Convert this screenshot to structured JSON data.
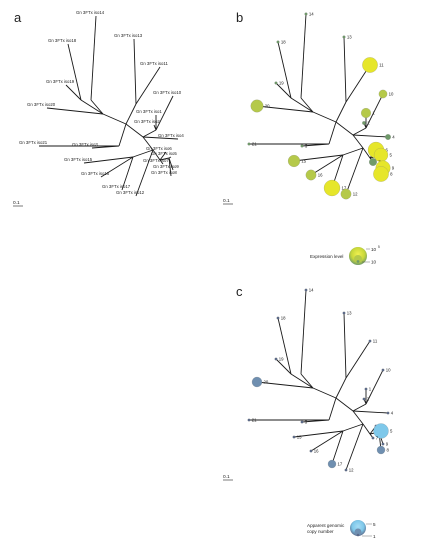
{
  "panels": {
    "a": {
      "letter": "a"
    },
    "b": {
      "letter": "b"
    },
    "c": {
      "letter": "c"
    }
  },
  "scale_bar": {
    "label": "0.1"
  },
  "tips_a": [
    "Gn 3FTx iso14",
    "Gn 3FTx iso13",
    "Gn 3FTx iso18",
    "Gn 3FTx iso11",
    "Gn 3FTx iso19",
    "Gn 3FTx iso10",
    "Gn 3FTx iso20",
    "Gn 3FTx iso1",
    "Gn 3FTx iso2",
    "Gn 3FTx iso4",
    "Gn 3FTx iso21",
    "Gn 3FTx iso3",
    "Gn 3FTx iso6",
    "Gn 3FTx iso5",
    "Gn 3FTx iso7",
    "Gn 3FTx iso9",
    "Gn 3FTx iso15",
    "Gn 3FTx iso8",
    "Gn 3FTx iso16",
    "Gn 3FTx iso17",
    "Gn 3FTx iso12"
  ],
  "tips_num": [
    "14",
    "13",
    "18",
    "11",
    "19",
    "10",
    "20",
    "1",
    "2",
    "4",
    "21",
    "3",
    "6",
    "5",
    "7",
    "9",
    "15",
    "8",
    "16",
    "17",
    "12"
  ],
  "legend_b": {
    "title": "Expression level",
    "max": "10",
    "max_exp": "5",
    "min": "10"
  },
  "legend_c": {
    "title_line1": "Apparent genomic",
    "title_line2": "copy number",
    "max": "5",
    "min": "1"
  },
  "colors": {
    "expr_high": "#e6e62a",
    "expr_mid": "#b5c94a",
    "expr_low": "#6f9a6a",
    "copy_high": "#7ec8ea",
    "copy_mid": "#6f8fb0",
    "copy_low": "#5a6a8a"
  },
  "expression_level": {
    "14": 0.05,
    "13": 0.05,
    "18": 0.05,
    "11": 0.95,
    "19": 0.05,
    "10": 0.45,
    "20": 0.75,
    "1": 0.55,
    "2": 0.1,
    "4": 0.25,
    "21": 0.05,
    "3": 0.05,
    "6": 1.0,
    "5": 0.85,
    "7": 0.4,
    "9": 0.9,
    "15": 0.7,
    "8": 0.95,
    "16": 0.6,
    "17": 1.0,
    "12": 0.6
  },
  "copy_number": {
    "14": 1,
    "13": 1,
    "18": 1,
    "11": 1,
    "19": 1,
    "10": 1,
    "20": 3,
    "1": 1,
    "2": 1,
    "4": 1,
    "21": 1,
    "3": 1,
    "6": 1,
    "5": 5,
    "7": 1,
    "9": 1,
    "15": 1,
    "8": 2,
    "16": 1,
    "17": 2,
    "12": 1
  }
}
